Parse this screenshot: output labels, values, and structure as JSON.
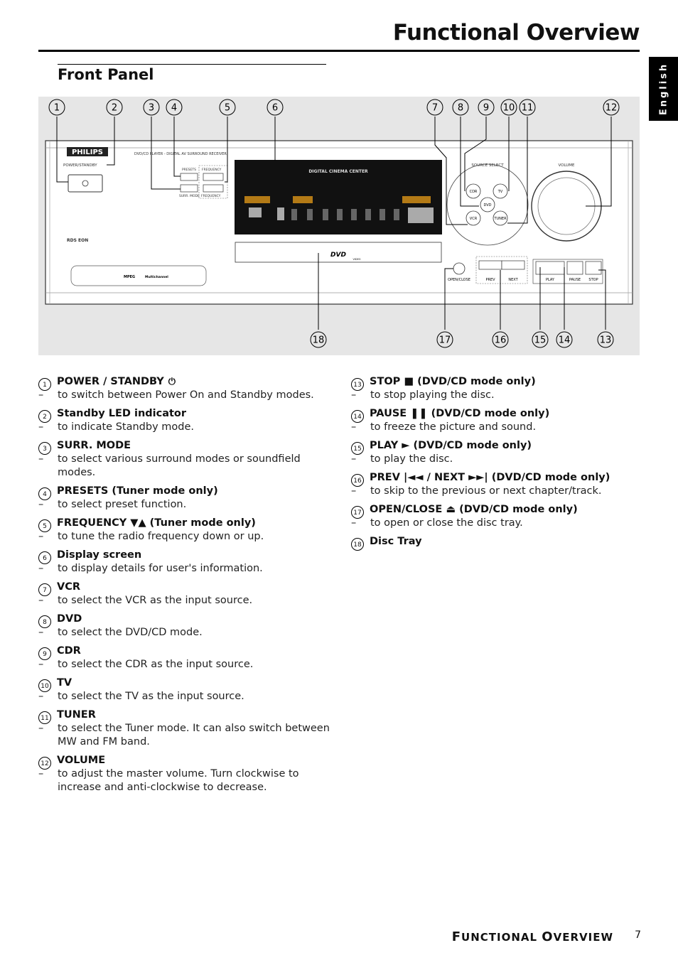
{
  "page": {
    "title": "Functional Overview",
    "language_tab": "English",
    "subtitle": "Front Panel",
    "footer_first": "F",
    "footer_rest1": "UNCTIONAL ",
    "footer_o": "O",
    "footer_rest2": "VERVIEW",
    "page_number": "7"
  },
  "panel": {
    "brand": "PHILIPS",
    "model_line": "DVD/CD PLAYER - DIGITAL AV SURROUND RECEIVER",
    "power_label": "POWER/STANDBY",
    "presets_label": "PRESETS",
    "frequency_label": "FREQUENCY",
    "surr_label": "SURR. MODE",
    "frequency_label2": "FREQUENCY",
    "display_title": "DIGITAL CINEMA CENTER",
    "source_select": "SOURCE SELECT",
    "volume": "VOLUME",
    "btn_cdr": "CDR",
    "btn_tv": "TV",
    "btn_dvd": "DVD",
    "btn_vcr": "VCR",
    "btn_tuner": "TUNER",
    "open_close": "OPEN/CLOSE",
    "prev": "PREV",
    "next": "NEXT",
    "play": "PLAY",
    "pause": "PAUSE",
    "stop": "STOP",
    "rds": "RDS EON",
    "dvd_logo": "DVD",
    "video": "VIDEO",
    "mpeg": "MPEG",
    "multichannel": "Multichannel",
    "callouts": [
      "1",
      "2",
      "3",
      "4",
      "5",
      "6",
      "7",
      "8",
      "9",
      "10",
      "11",
      "12",
      "13",
      "14",
      "15",
      "16",
      "17",
      "18"
    ]
  },
  "left_items": [
    {
      "n": "1",
      "title": "POWER / STANDBY",
      "symbol": "⏻",
      "desc": "to switch between Power On and Standby modes."
    },
    {
      "n": "2",
      "title": "Standby LED indicator",
      "symbol": "",
      "desc": "to indicate Standby mode."
    },
    {
      "n": "3",
      "title": "SURR. MODE",
      "symbol": "",
      "desc": "to select various surround modes or soundfield modes."
    },
    {
      "n": "4",
      "title": "PRESETS (Tuner mode only)",
      "symbol": "",
      "desc": "to select preset function."
    },
    {
      "n": "5",
      "title": "FREQUENCY ▼▲ (Tuner mode only)",
      "symbol": "",
      "desc": "to tune the radio frequency down or up."
    },
    {
      "n": "6",
      "title": "Display screen",
      "symbol": "",
      "desc": "to display details for user's information."
    },
    {
      "n": "7",
      "title": "VCR",
      "symbol": "",
      "desc": "to select the VCR as the input source."
    },
    {
      "n": "8",
      "title": "DVD",
      "symbol": "",
      "desc": "to select the DVD/CD mode."
    },
    {
      "n": "9",
      "title": "CDR",
      "symbol": "",
      "desc": "to select the CDR as the input source."
    },
    {
      "n": "10",
      "title": "TV",
      "symbol": "",
      "desc": "to select the TV as the input source."
    },
    {
      "n": "11",
      "title": "TUNER",
      "symbol": "",
      "desc": "to select the Tuner mode.  It can also switch between MW and FM band."
    },
    {
      "n": "12",
      "title": "VOLUME",
      "symbol": "",
      "desc": "to adjust the master volume. Turn clockwise to increase and anti-clockwise to decrease."
    }
  ],
  "right_items": [
    {
      "n": "13",
      "title": "STOP ■  (DVD/CD mode only)",
      "desc": "to stop playing the disc."
    },
    {
      "n": "14",
      "title": "PAUSE ❚❚  (DVD/CD mode only)",
      "desc": "to freeze the picture and sound."
    },
    {
      "n": "15",
      "title": "PLAY ►  (DVD/CD mode only)",
      "desc": "to play the disc."
    },
    {
      "n": "16",
      "title": "PREV |◄◄  / NEXT  ►►| (DVD/CD mode only)",
      "desc": "to skip to the previous or next chapter/track."
    },
    {
      "n": "17",
      "title": "OPEN/CLOSE ⏏ (DVD/CD mode only)",
      "desc": "to open or close the disc tray."
    },
    {
      "n": "18",
      "title": "Disc Tray",
      "desc": ""
    }
  ]
}
